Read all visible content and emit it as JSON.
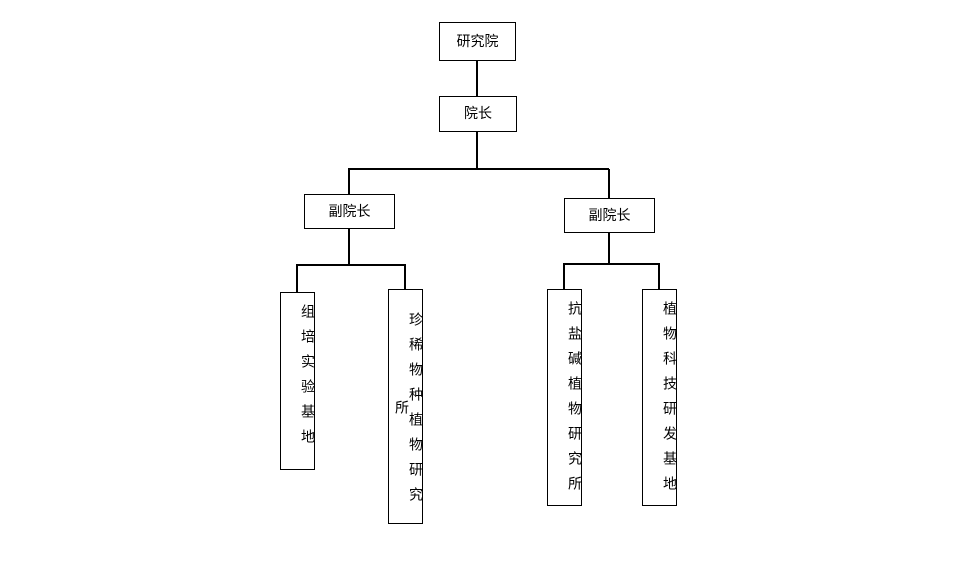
{
  "root": {
    "label": "研究院"
  },
  "director": {
    "label": "院长"
  },
  "deputies": [
    {
      "label": "副院长",
      "units": [
        {
          "label": "组培实验基地"
        },
        {
          "label": "珍稀物种植物研究所"
        }
      ]
    },
    {
      "label": "副院长",
      "units": [
        {
          "label": "抗盐碱植物研究所"
        },
        {
          "label": "植物科技研发基地"
        }
      ]
    }
  ]
}
